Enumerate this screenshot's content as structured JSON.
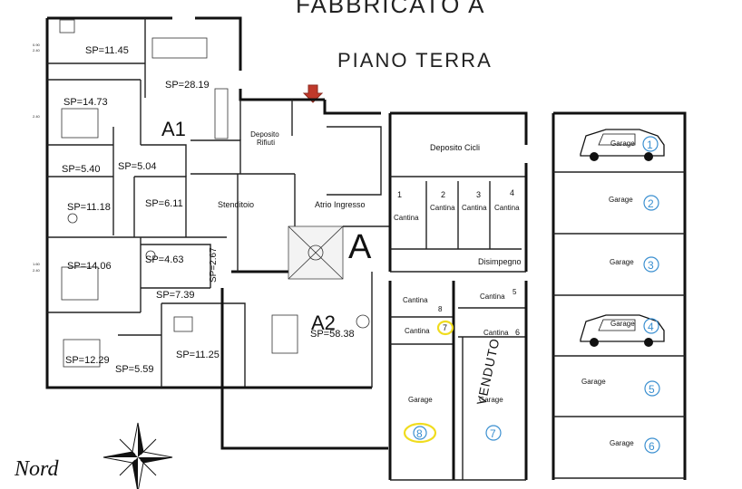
{
  "title": {
    "building": "FABBRICATO A",
    "floor": "PIANO TERRA"
  },
  "units": [
    "A1",
    "A2"
  ],
  "compass_label": "Nord",
  "stair_letter": "A",
  "rooms": [
    {
      "id": "r1",
      "text": "SP=11.45"
    },
    {
      "id": "r2",
      "text": "SP=28.19"
    },
    {
      "id": "r3",
      "text": "SP=14.73"
    },
    {
      "id": "r4",
      "text": "SP=5.40"
    },
    {
      "id": "r5",
      "text": "SP=5.04"
    },
    {
      "id": "r6",
      "text": "SP=11.18"
    },
    {
      "id": "r7",
      "text": "SP=6.11"
    },
    {
      "id": "r8",
      "text": "SP=14.06"
    },
    {
      "id": "r9",
      "text": "SP=4.63"
    },
    {
      "id": "r10",
      "text": "SP=2.67"
    },
    {
      "id": "r11",
      "text": "SP=7.39"
    },
    {
      "id": "r12",
      "text": "SP=58.38"
    },
    {
      "id": "r13",
      "text": "SP=12.29"
    },
    {
      "id": "r14",
      "text": "SP=5.59"
    },
    {
      "id": "r15",
      "text": "SP=11.25"
    }
  ],
  "common": [
    {
      "id": "c1",
      "text": "Deposito Rifiuti"
    },
    {
      "id": "c2",
      "text": "Stenditoio"
    },
    {
      "id": "c3",
      "text": "Atrio Ingresso"
    },
    {
      "id": "c4",
      "text": "Deposito Cicli"
    },
    {
      "id": "c5",
      "text": "Disimpegno"
    }
  ],
  "cantine": [
    {
      "id": "k1",
      "num": "1",
      "text": "Cantina"
    },
    {
      "id": "k2",
      "num": "2",
      "text": "Cantina"
    },
    {
      "id": "k3",
      "num": "3",
      "text": "Cantina"
    },
    {
      "id": "k4",
      "num": "4",
      "text": "Cantina"
    },
    {
      "id": "k8",
      "num": "8",
      "text": "Cantina"
    },
    {
      "id": "k5",
      "num": "5",
      "text": "Cantina"
    },
    {
      "id": "k7",
      "num": "7",
      "text": "Cantina"
    },
    {
      "id": "k6",
      "num": "6",
      "text": "Cantina"
    }
  ],
  "garages": [
    {
      "id": "g1",
      "num": "1",
      "text": "Garage"
    },
    {
      "id": "g2",
      "num": "2",
      "text": "Garage"
    },
    {
      "id": "g3",
      "num": "3",
      "text": "Garage"
    },
    {
      "id": "g4",
      "num": "4",
      "text": "Garage"
    },
    {
      "id": "g5",
      "num": "5",
      "text": "Garage"
    },
    {
      "id": "g6",
      "num": "6",
      "text": "Garage"
    },
    {
      "id": "g8",
      "num": "8",
      "text": "Garage"
    },
    {
      "id": "g7",
      "num": "7",
      "text": "Garage"
    }
  ],
  "stamp": "VENDUTO",
  "dimensions": [
    "2.40",
    "0.90",
    "2.40",
    "1.60",
    "2.40"
  ],
  "colors": {
    "garage_number": "#3a8fd0",
    "highlight": "#f0dc1e",
    "entrance_arrow": "#c0392b"
  }
}
